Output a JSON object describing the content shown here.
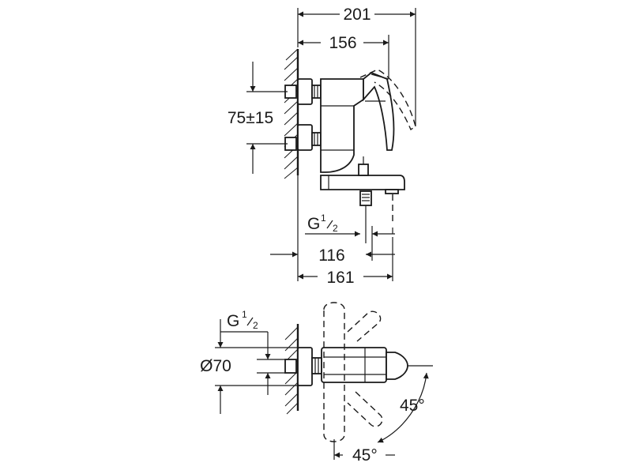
{
  "side_view": {
    "dim_overall_length": "201",
    "dim_spout_length": "156",
    "dim_centres": "75±15",
    "dim_thread": "G",
    "dim_thread_frac_num": "1",
    "dim_thread_frac_den": "2",
    "dim_outlet_distance": "116",
    "dim_outlet_distance_2": "161"
  },
  "top_view": {
    "dim_thread": "G",
    "dim_thread_frac_num": "1",
    "dim_thread_frac_den": "2",
    "dim_diameter": "Ø70",
    "dim_angle_right": "45°",
    "dim_angle_bottom": "45°"
  },
  "colors": {
    "line": "#1a1a1a",
    "background": "#ffffff"
  }
}
